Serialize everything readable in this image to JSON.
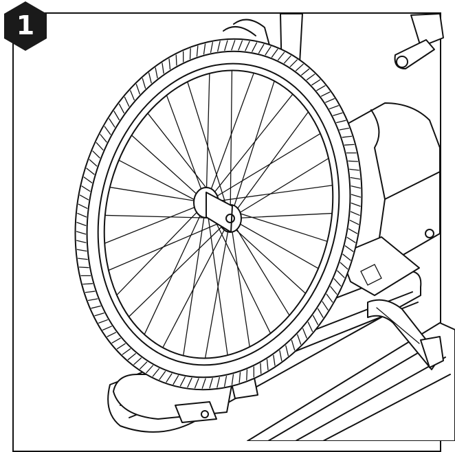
{
  "step": {
    "number": "1",
    "badge_color": "#1a1a1a"
  },
  "illustration": {
    "subject": [
      "bicycle-wheel",
      "wheel-holder",
      "wheel-strap",
      "bike-rack-rail",
      "fork"
    ],
    "line_color": "#111111",
    "background": "#ffffff"
  }
}
